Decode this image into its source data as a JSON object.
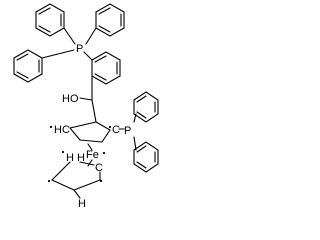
{
  "structure": {
    "atoms": {
      "p_top": "P",
      "p_right": "P",
      "hydroxyl": "HO",
      "iron": "Fe",
      "hc_upper_left": "HC",
      "hc_cp1_right": "C",
      "hc_lower_left1": "H",
      "hc_lower_left2": "H",
      "ch_lower_center": "C",
      "hc_bottom": "H"
    },
    "colors": {
      "bond": "#000000",
      "background": "#ffffff"
    }
  }
}
